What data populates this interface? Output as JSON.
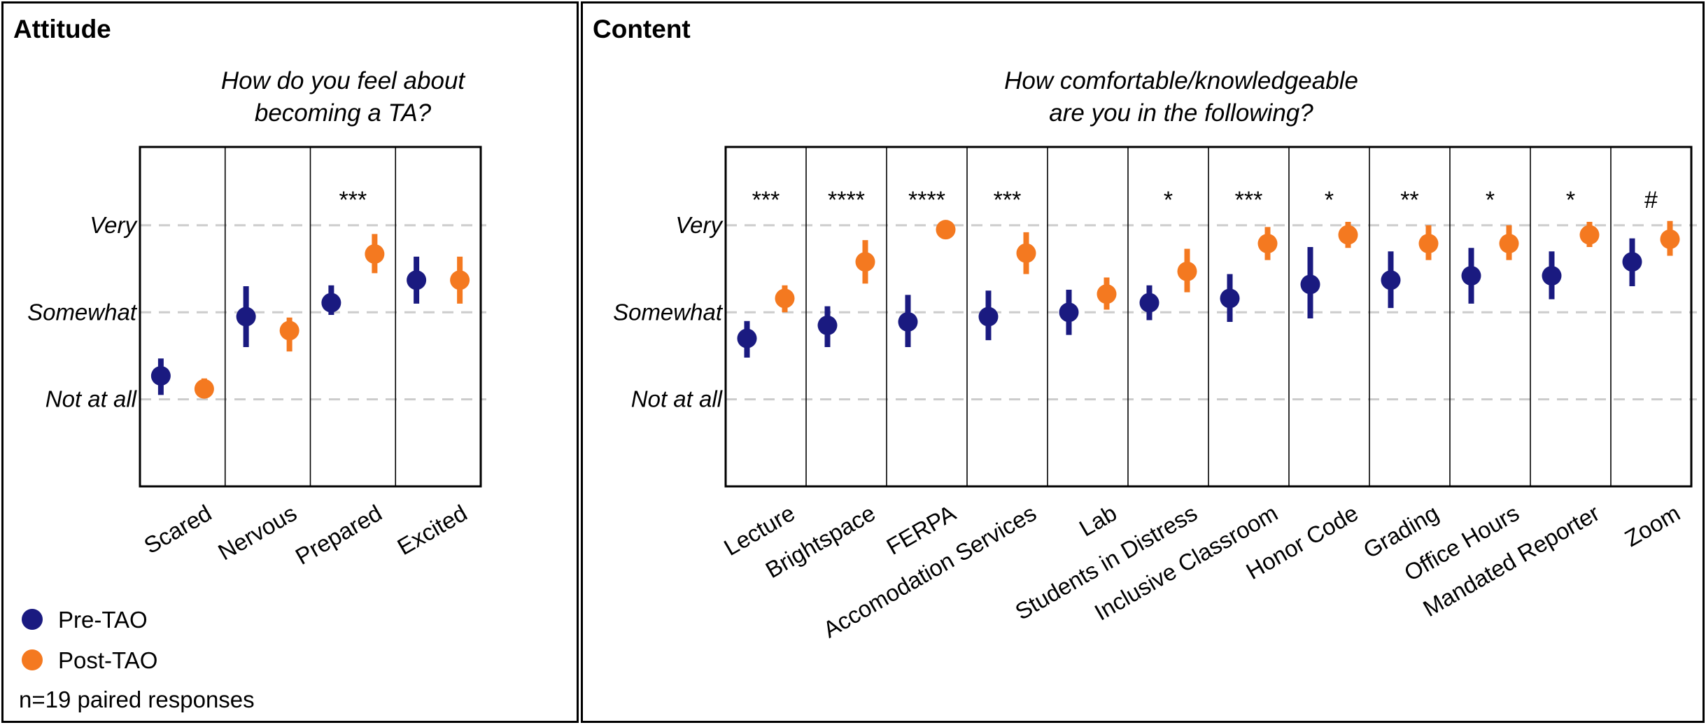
{
  "colors": {
    "pre": "#1a1a80",
    "post": "#f47920",
    "grid": "#cccccc"
  },
  "legend": {
    "pre_label": "Pre-TAO",
    "post_label": "Post-TAO",
    "note": "n=19 paired responses"
  },
  "chart_data": [
    {
      "panel_title": "Attitude",
      "type": "scatter",
      "title_lines": [
        "How do you feel about",
        "becoming a TA?"
      ],
      "y_tick_labels": [
        "Very",
        "Somewhat",
        "Not at all"
      ],
      "y_tick_values": [
        3,
        2,
        1
      ],
      "ylim": [
        0.0,
        3.9
      ],
      "grid": "dashed at ticks",
      "categories": [
        "Scared",
        "Nervous",
        "Prepared",
        "Excited"
      ],
      "significance": [
        "",
        "",
        "***",
        ""
      ],
      "series": [
        {
          "name": "Pre-TAO",
          "key": "pre",
          "values": [
            1.27,
            1.95,
            2.11,
            2.37
          ],
          "error_low": [
            1.05,
            1.6,
            1.97,
            2.1
          ],
          "error_high": [
            1.47,
            2.3,
            2.31,
            2.64
          ]
        },
        {
          "name": "Post-TAO",
          "key": "post",
          "values": [
            1.12,
            1.79,
            2.67,
            2.37
          ],
          "error_low": [
            1.02,
            1.55,
            2.45,
            2.1
          ],
          "error_high": [
            1.24,
            1.94,
            2.9,
            2.64
          ]
        }
      ]
    },
    {
      "panel_title": "Content",
      "type": "scatter",
      "title_lines": [
        "How comfortable/knowledgeable",
        "are you in the following?"
      ],
      "y_tick_labels": [
        "Very",
        "Somewhat",
        "Not at all"
      ],
      "y_tick_values": [
        3,
        2,
        1
      ],
      "ylim": [
        0.0,
        3.9
      ],
      "grid": "dashed at ticks",
      "categories": [
        "Lecture",
        "Brightspace",
        "FERPA",
        "Accomodation Services",
        "Lab",
        "Students in Distress",
        "Inclusive Classroom",
        "Honor Code",
        "Grading",
        "Office Hours",
        "Mandated Reporter",
        "Zoom"
      ],
      "significance": [
        "***",
        "****",
        "****",
        "***",
        "",
        "*",
        "***",
        "*",
        "**",
        "*",
        "*",
        "#"
      ],
      "series": [
        {
          "name": "Pre-TAO",
          "key": "pre",
          "values": [
            1.7,
            1.85,
            1.89,
            1.95,
            2.0,
            2.11,
            2.16,
            2.32,
            2.37,
            2.42,
            2.42,
            2.58
          ],
          "error_low": [
            1.48,
            1.6,
            1.6,
            1.68,
            1.74,
            1.91,
            1.89,
            1.93,
            2.05,
            2.1,
            2.15,
            2.3
          ],
          "error_high": [
            1.9,
            2.07,
            2.2,
            2.25,
            2.26,
            2.31,
            2.44,
            2.75,
            2.7,
            2.74,
            2.7,
            2.85
          ]
        },
        {
          "name": "Post-TAO",
          "key": "post",
          "values": [
            2.16,
            2.58,
            2.95,
            2.68,
            2.21,
            2.47,
            2.79,
            2.89,
            2.79,
            2.79,
            2.89,
            2.84
          ],
          "error_low": [
            2.0,
            2.33,
            2.95,
            2.44,
            2.03,
            2.23,
            2.6,
            2.74,
            2.6,
            2.6,
            2.75,
            2.65
          ],
          "error_high": [
            2.31,
            2.83,
            2.95,
            2.92,
            2.4,
            2.73,
            2.98,
            3.04,
            3.0,
            3.0,
            3.04,
            3.05
          ]
        }
      ]
    }
  ]
}
